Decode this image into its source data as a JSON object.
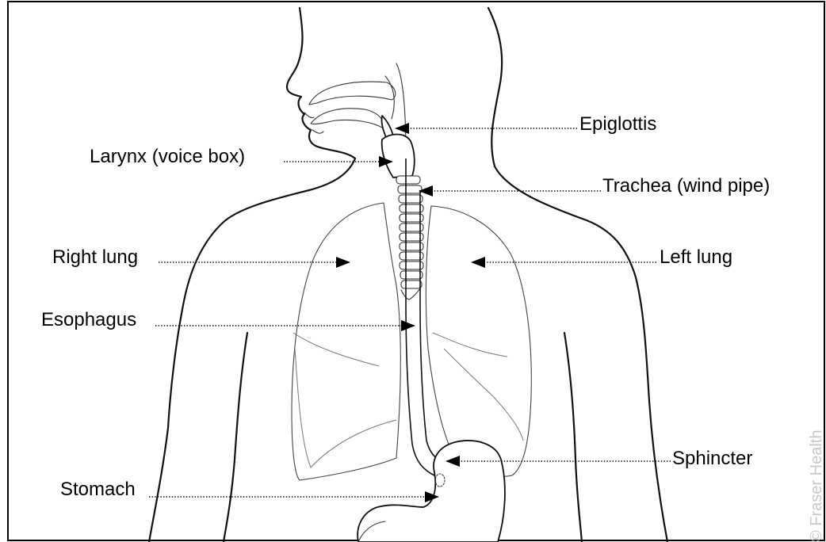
{
  "labels": {
    "epiglottis": "Epiglottis",
    "larynx": "Larynx (voice box)",
    "trachea": "Trachea (wind pipe)",
    "right_lung": "Right lung",
    "left_lung": "Left lung",
    "esophagus": "Esophagus",
    "sphincter": "Sphincter",
    "stomach": "Stomach"
  },
  "watermark": "© Fraser Health"
}
